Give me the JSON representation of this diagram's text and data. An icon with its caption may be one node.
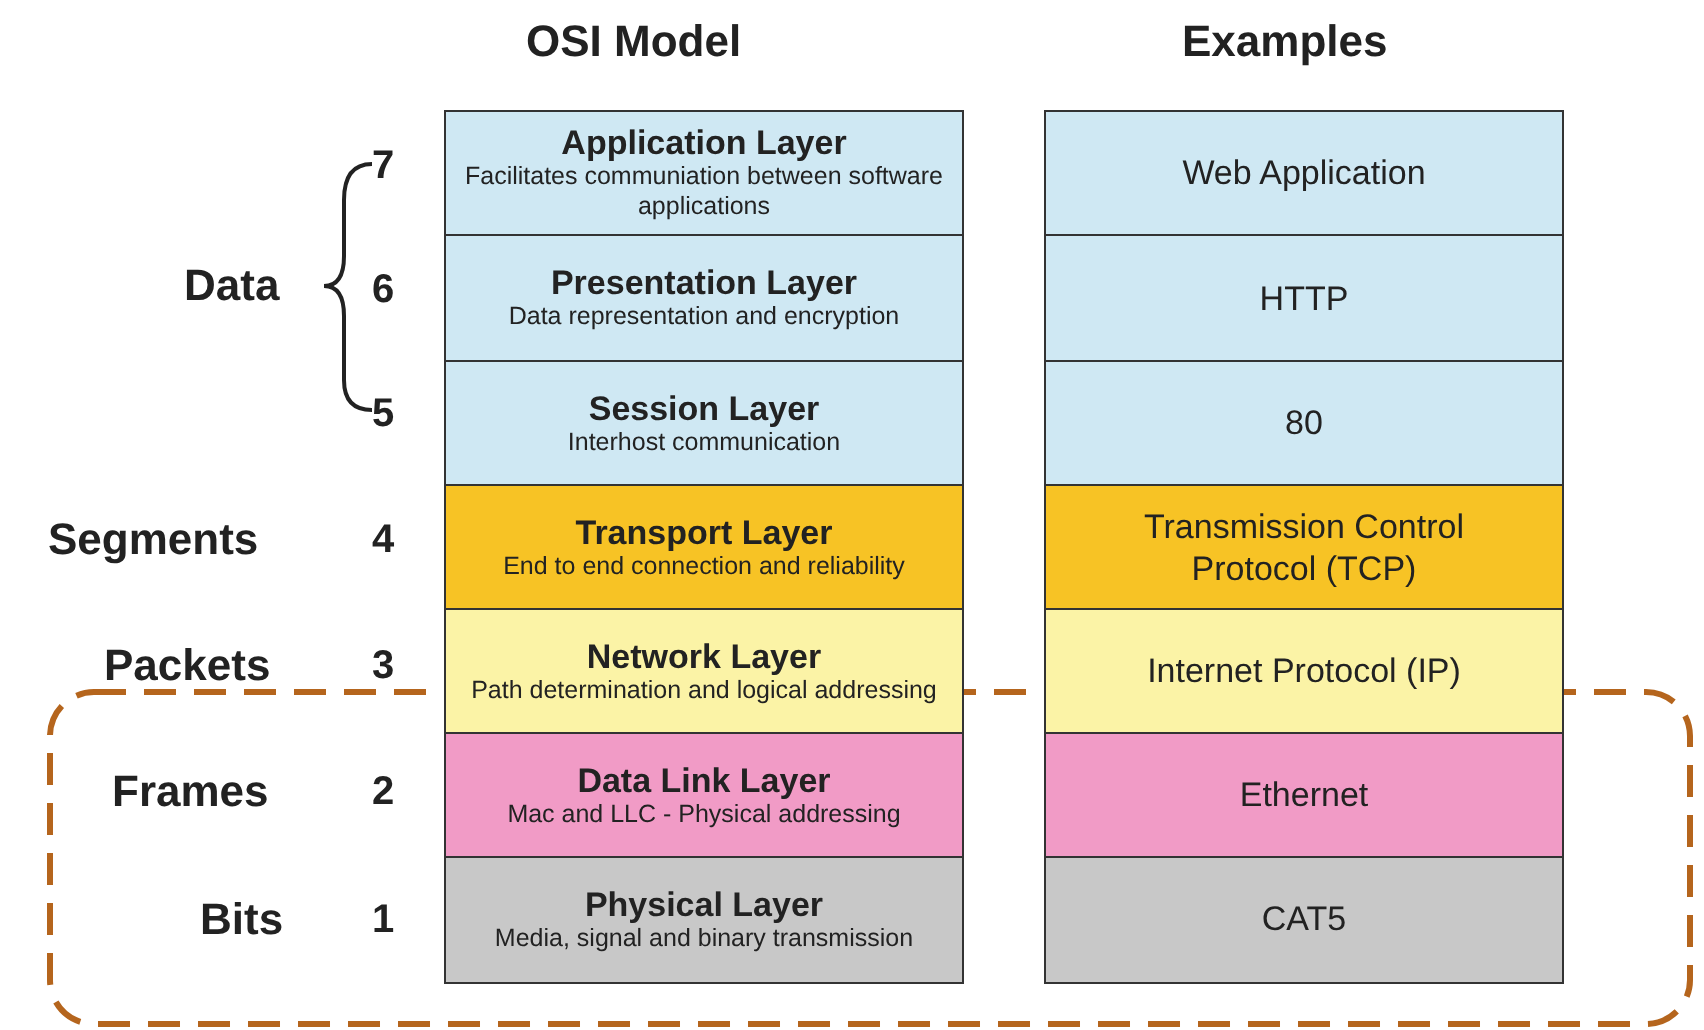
{
  "diagram": {
    "nodes": [
      {
        "text": [
          "Application Layer",
          "Facilitates communiation between software applications"
        ]
      },
      {
        "text": [
          "Presentation Layer",
          "Data representation and encryption"
        ]
      },
      {
        "text": [
          "Session Layer",
          "Interhost communication"
        ]
      },
      {
        "text": [
          "Transport Layer",
          "End to end connection and reliability"
        ]
      },
      {
        "text": [
          "Network Layer",
          "Path determination and logical addressing"
        ]
      },
      {
        "text": [
          "Data Link Layer",
          "Mac and LLC - Physical addressing"
        ]
      },
      {
        "text": [
          "Physical Layer",
          "Media, signal and binary transmission"
        ]
      },
      {
        "text": [
          "Web Application"
        ]
      },
      {
        "text": [
          "HTTP"
        ]
      },
      {
        "text": [
          "80"
        ]
      },
      {
        "text": [
          "Transmission Control Protocol (TCP)"
        ]
      },
      {
        "text": [
          "Internet Protocol (IP)"
        ]
      },
      {
        "text": [
          "Ethernet"
        ]
      },
      {
        "text": [
          "CAT5"
        ]
      }
    ],
    "labels": [
      "OSI Model",
      "Examples",
      "7",
      "Data",
      "6",
      "5",
      "Segments",
      "4",
      "Packets",
      "3",
      "Frames",
      "2",
      "Bits",
      "1"
    ]
  }
}
